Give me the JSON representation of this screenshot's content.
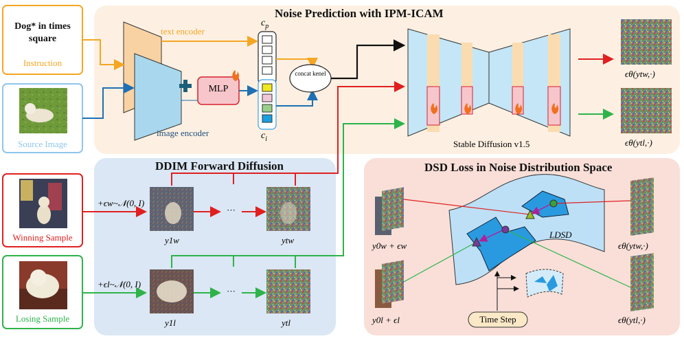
{
  "inputs": {
    "instruction_text": "Dog* in times square",
    "instruction_caption": "Instruction",
    "source_caption": "Source Image",
    "winning_caption": "Winning Sample",
    "losing_caption": "Losing Sample"
  },
  "noise_prediction": {
    "title": "Noise Prediction with IPM-ICAM",
    "text_encoder": "text encoder",
    "image_encoder": "image encoder",
    "mlp": "MLP",
    "concat": "concat kenel",
    "c_p": "c",
    "c_p_sub": "p",
    "c_i": "c",
    "c_i_sub": "i",
    "model": "Stable Diffusion v1.5",
    "eps_w": "ϵθ(ytw,·)",
    "eps_l": "ϵθ(ytl,·)"
  },
  "ddim": {
    "title": "DDIM Forward Diffusion",
    "noise_w": "+ϵw~𝒩(0, I)",
    "noise_l": "+ϵl~𝒩(0, I)",
    "dots": "···",
    "y1w": "y1w",
    "ytw": "ytw",
    "y1l": "y1l",
    "ytl": "ytl"
  },
  "dsd": {
    "title": "DSD Loss in Noise Distribution Space",
    "loss": "LDSD",
    "time_step": "Time Step",
    "y0w": "y0w + ϵw",
    "y0l": "y0l + ϵl",
    "eps_w": "ϵθ(ytw,·)",
    "eps_l": "ϵθ(ytl,·)"
  },
  "colors": {
    "orange": "#f5a623",
    "blue_line": "#1f6fb3",
    "red": "#e02020",
    "green": "#2db34a",
    "panel_orange": "#fdf0e2",
    "panel_blue": "#dbe7f4",
    "panel_red": "#f9dfd8"
  }
}
